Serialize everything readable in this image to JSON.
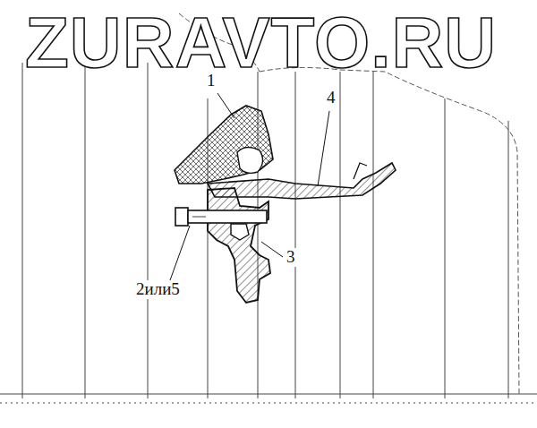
{
  "diagram": {
    "labels": [
      "ZURAVTO.RU",
      "1",
      "4",
      "3",
      "2или5"
    ]
  }
}
